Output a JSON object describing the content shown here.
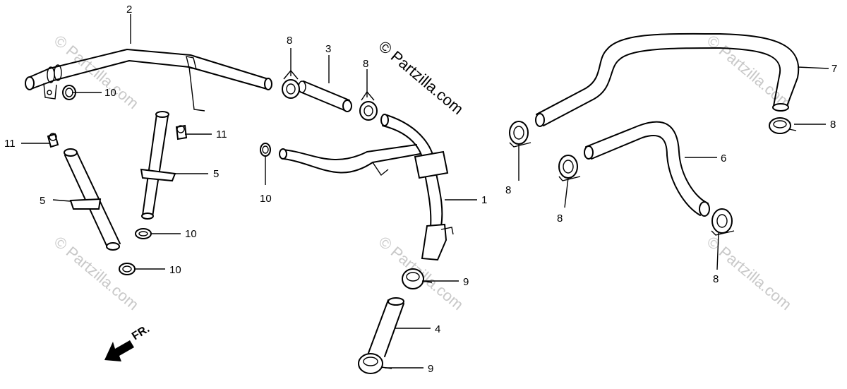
{
  "watermark": {
    "main_text": "© Partzilla.com",
    "faint_text": "© Partzilla.com"
  },
  "direction": {
    "label": "FR."
  },
  "callouts": {
    "c1": "1",
    "c2": "2",
    "c3": "3",
    "c4": "4",
    "c5a": "5",
    "c5b": "5",
    "c6": "6",
    "c7": "7",
    "c8a": "8",
    "c8b": "8",
    "c8c": "8",
    "c8d": "8",
    "c8e": "8",
    "c8f": "8",
    "c9a": "9",
    "c9b": "9",
    "c10a": "10",
    "c10b": "10",
    "c10c": "10",
    "c10d": "10",
    "c11a": "11",
    "c11b": "11"
  },
  "colors": {
    "line": "#000000",
    "watermark_faint": "#c8c8c8",
    "background": "#ffffff"
  }
}
